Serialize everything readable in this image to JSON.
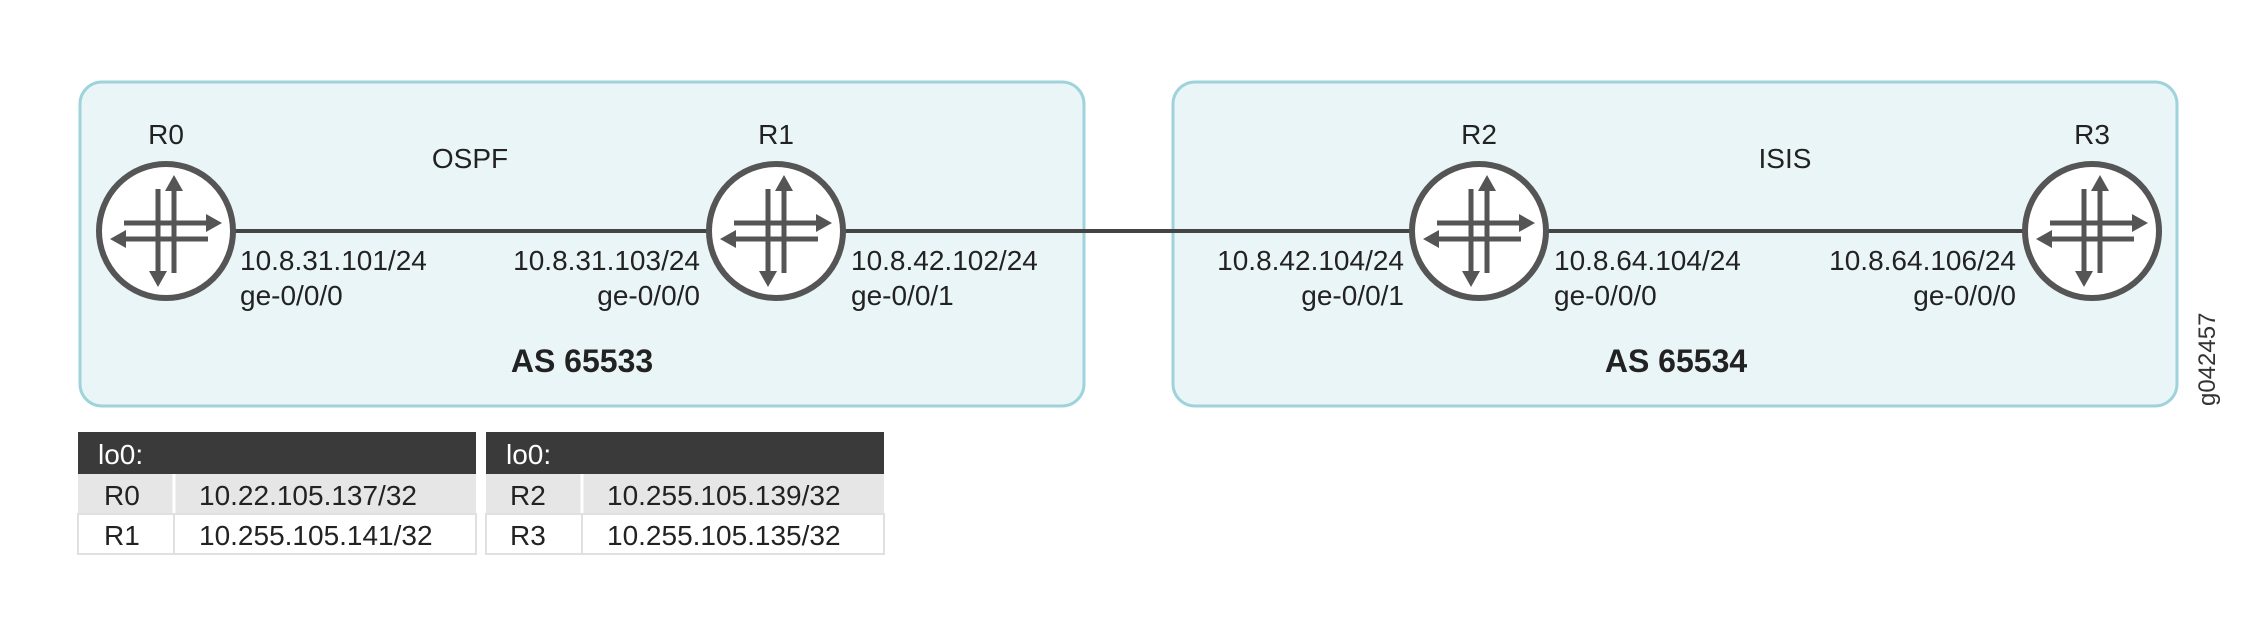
{
  "as_areas": [
    {
      "label": "AS 65533",
      "protocol": "OSPF"
    },
    {
      "label": "AS 65534",
      "protocol": "ISIS"
    }
  ],
  "routers": [
    {
      "name": "R0",
      "interfaces": [
        {
          "ip": "10.8.31.101/24",
          "name": "ge-0/0/0"
        }
      ]
    },
    {
      "name": "R1",
      "interfaces": [
        {
          "ip": "10.8.31.103/24",
          "name": "ge-0/0/0"
        },
        {
          "ip": "10.8.42.102/24",
          "name": "ge-0/0/1"
        }
      ]
    },
    {
      "name": "R2",
      "interfaces": [
        {
          "ip": "10.8.42.104/24",
          "name": "ge-0/0/1"
        },
        {
          "ip": "10.8.64.104/24",
          "name": "ge-0/0/0"
        }
      ]
    },
    {
      "name": "R3",
      "interfaces": [
        {
          "ip": "10.8.64.106/24",
          "name": "ge-0/0/0"
        }
      ]
    }
  ],
  "loopback_tables": [
    {
      "header": "lo0:",
      "rows": [
        {
          "router": "R0",
          "address": "10.22.105.137/32"
        },
        {
          "router": "R1",
          "address": "10.255.105.141/32"
        }
      ]
    },
    {
      "header": "lo0:",
      "rows": [
        {
          "router": "R2",
          "address": "10.255.105.139/32"
        },
        {
          "router": "R3",
          "address": "10.255.105.135/32"
        }
      ]
    }
  ],
  "figure_id": "g042457",
  "colors": {
    "as_fill": "#eaf5f7",
    "as_stroke": "#9fd3dc",
    "router_stroke": "#555555",
    "table_header": "#3a3a3a"
  }
}
